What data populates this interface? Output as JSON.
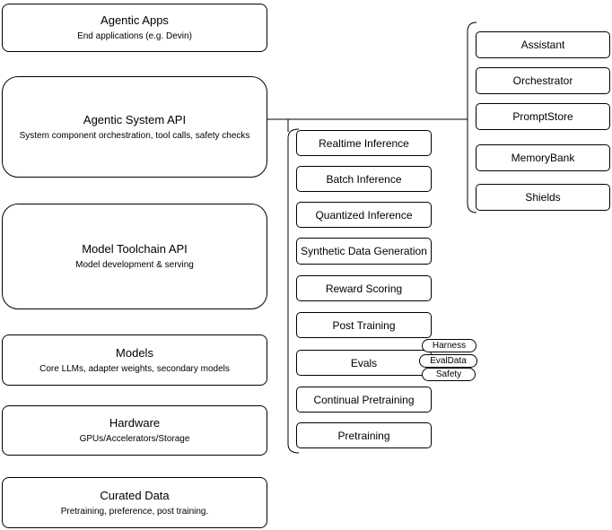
{
  "diagram": {
    "left_stack": [
      {
        "title": "Agentic Apps",
        "subtitle": "End applications (e.g. Devin)"
      },
      {
        "title": "Agentic System API",
        "subtitle": "System component orchestration, tool calls, safety checks"
      },
      {
        "title": "Model Toolchain API",
        "subtitle": "Model development & serving"
      },
      {
        "title": "Models",
        "subtitle": "Core LLMs, adapter weights, secondary models"
      },
      {
        "title": "Hardware",
        "subtitle": "GPUs/Accelerators/Storage"
      },
      {
        "title": "Curated Data",
        "subtitle": "Pretraining, preference, post training."
      }
    ],
    "middle_stack": [
      "Realtime Inference",
      "Batch Inference",
      "Quantized Inference",
      "Synthetic Data Generation",
      "Reward Scoring",
      "Post Training",
      "Evals",
      "Continual Pretraining",
      "Pretraining"
    ],
    "evals_tags": [
      "Harness",
      "EvalData",
      "Safety"
    ],
    "right_stack": [
      "Assistant",
      "Orchestrator",
      "PromptStore",
      "MemoryBank",
      "Shields"
    ],
    "colors": {
      "stroke": "#000000",
      "background": "#ffffff",
      "text": "#000000"
    }
  }
}
